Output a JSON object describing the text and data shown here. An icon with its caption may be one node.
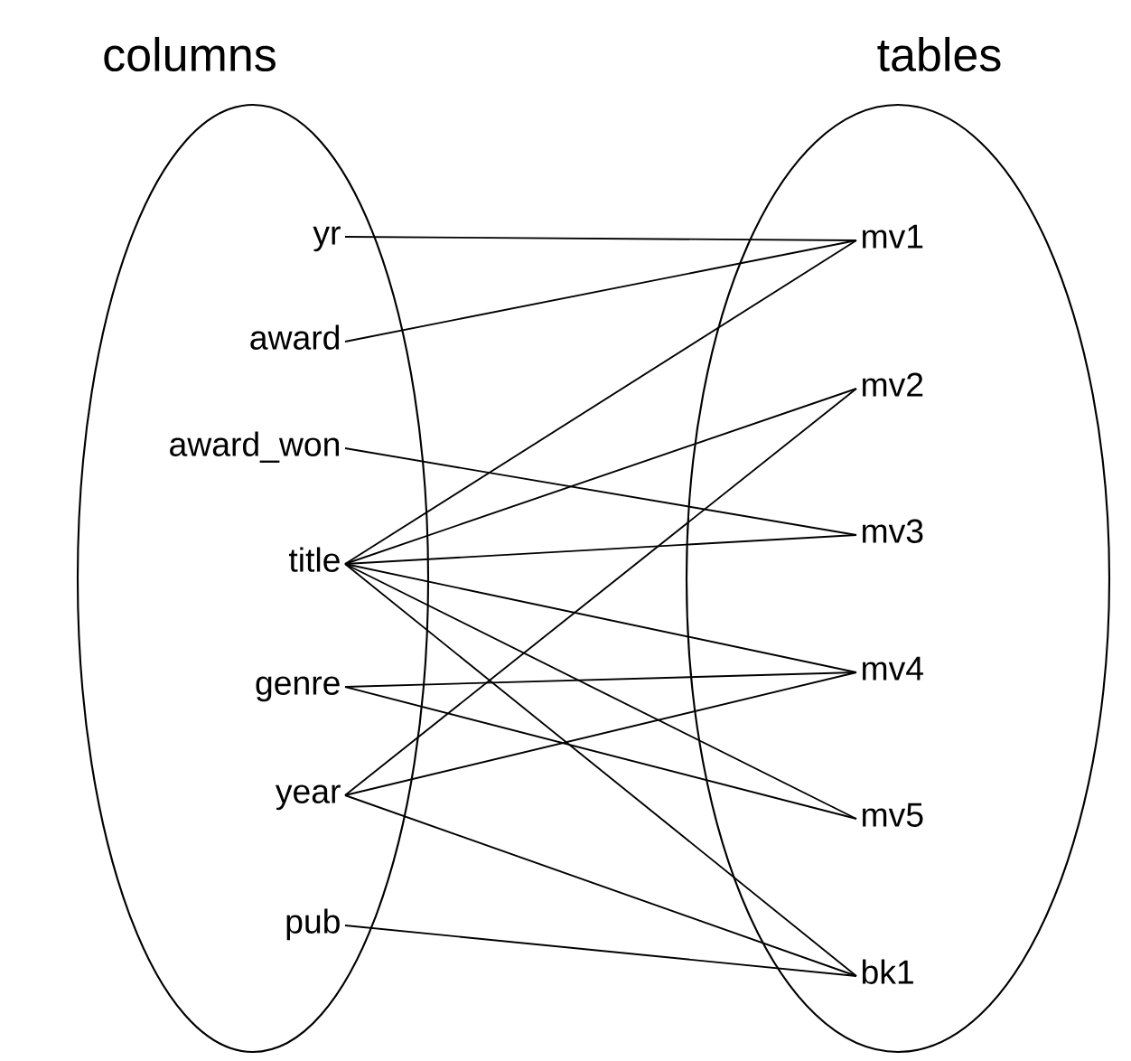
{
  "diagram": {
    "nodes": [
      {
        "text": [
          "columns"
        ]
      },
      {
        "text": [
          "tables"
        ]
      },
      {
        "text": [
          "yr"
        ],
        "in": 0
      },
      {
        "text": [
          "award"
        ],
        "in": 0
      },
      {
        "text": [
          "award_won"
        ],
        "in": 0
      },
      {
        "text": [
          "title"
        ],
        "in": 0
      },
      {
        "text": [
          "genre"
        ],
        "in": 0
      },
      {
        "text": [
          "year"
        ],
        "in": 0
      },
      {
        "text": [
          "pub"
        ],
        "in": 0
      },
      {
        "text": [
          "mv1"
        ],
        "in": 1
      },
      {
        "text": [
          "mv2"
        ],
        "in": 1
      },
      {
        "text": [
          "mv3"
        ],
        "in": 1
      },
      {
        "text": [
          "mv4"
        ],
        "in": 1
      },
      {
        "text": [
          "mv5"
        ],
        "in": 1
      },
      {
        "text": [
          "bk1"
        ],
        "in": 1
      }
    ],
    "edges": [
      {
        "from": 2,
        "to": 9,
        "arrow": "none"
      },
      {
        "from": 3,
        "to": 9,
        "arrow": "none"
      },
      {
        "from": 4,
        "to": 11,
        "arrow": "none"
      },
      {
        "from": 5,
        "to": 9,
        "arrow": "none"
      },
      {
        "from": 5,
        "to": 10,
        "arrow": "none"
      },
      {
        "from": 5,
        "to": 11,
        "arrow": "none"
      },
      {
        "from": 5,
        "to": 12,
        "arrow": "none"
      },
      {
        "from": 5,
        "to": 13,
        "arrow": "none"
      },
      {
        "from": 5,
        "to": 14,
        "arrow": "none"
      },
      {
        "from": 6,
        "to": 12,
        "arrow": "none"
      },
      {
        "from": 6,
        "to": 13,
        "arrow": "none"
      },
      {
        "from": 7,
        "to": 10,
        "arrow": "none"
      },
      {
        "from": 7,
        "to": 12,
        "arrow": "none"
      },
      {
        "from": 7,
        "to": 14,
        "arrow": "none"
      },
      {
        "from": 8,
        "to": 14,
        "arrow": "none"
      }
    ]
  }
}
